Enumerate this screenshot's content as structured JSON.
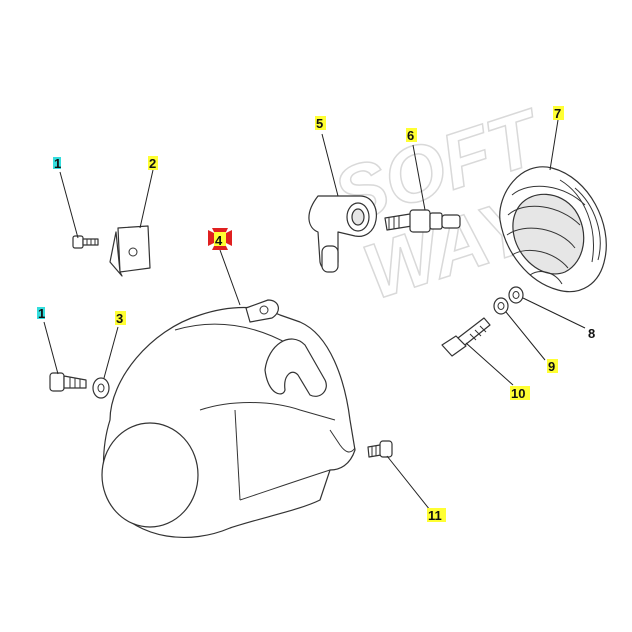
{
  "watermark": {
    "line1": "SOFT",
    "line2": "WAY"
  },
  "colors": {
    "highlight_yellow": "#ffff33",
    "highlight_cyan": "#33dddd",
    "marker_red": "#e02020"
  },
  "callouts": [
    {
      "id": "c1a",
      "label": "1",
      "highlight": "cyan"
    },
    {
      "id": "c2",
      "label": "2",
      "highlight": "yellow"
    },
    {
      "id": "c4",
      "label": "4",
      "highlight": "yellow",
      "marker": "red-cross"
    },
    {
      "id": "c1b",
      "label": "1",
      "highlight": "cyan"
    },
    {
      "id": "c3",
      "label": "3",
      "highlight": "yellow"
    },
    {
      "id": "c5",
      "label": "5",
      "highlight": "yellow"
    },
    {
      "id": "c6",
      "label": "6",
      "highlight": "yellow"
    },
    {
      "id": "c7",
      "label": "7",
      "highlight": "yellow"
    },
    {
      "id": "c8",
      "label": "8",
      "highlight": "none"
    },
    {
      "id": "c9",
      "label": "9",
      "highlight": "yellow"
    },
    {
      "id": "c10",
      "label": "10",
      "highlight": "yellow"
    },
    {
      "id": "c11",
      "label": "11",
      "highlight": "yellow"
    }
  ],
  "parts": [
    {
      "name": "screw-small",
      "icon": "screw-icon"
    },
    {
      "name": "clip-nut",
      "icon": "clip-icon"
    },
    {
      "name": "headlight-housing",
      "icon": "housing-icon"
    },
    {
      "name": "washer",
      "icon": "washer-icon"
    },
    {
      "name": "bulb-socket",
      "icon": "socket-icon"
    },
    {
      "name": "bulb",
      "icon": "bulb-icon"
    },
    {
      "name": "reflector-lens",
      "icon": "reflector-icon"
    },
    {
      "name": "washer-small",
      "icon": "washer-icon"
    },
    {
      "name": "washer-flat",
      "icon": "washer-icon"
    },
    {
      "name": "bolt",
      "icon": "bolt-icon"
    },
    {
      "name": "screw-side",
      "icon": "screw-icon"
    }
  ]
}
